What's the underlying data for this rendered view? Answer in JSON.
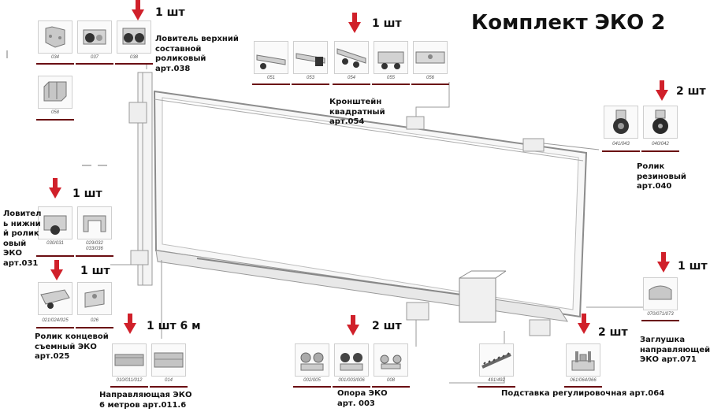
{
  "title": "Комплект ЭКО 2",
  "quantities": {
    "q038": "1 шт",
    "q054": "1 шт",
    "q040": "2 шт",
    "q031": "1 шт",
    "q025": "1 шт",
    "q011": "1 шт 6 м",
    "q003": "2 шт",
    "q064": "2 шт",
    "q071": "1 шт"
  },
  "labels": {
    "l038": [
      "Ловитель верхний",
      "составной",
      "роликовый",
      "арт.038"
    ],
    "l054": [
      "Кронштейн",
      "квадратный",
      "арт.054"
    ],
    "l040": [
      "Ролик",
      "резиновый",
      "арт.040"
    ],
    "l031": [
      "Ловител",
      "ь нижни",
      "й ролик",
      "овый",
      "ЭКО",
      "арт.031"
    ],
    "l025": [
      "Ролик концевой",
      "съемный ЭКО",
      "арт.025"
    ],
    "l011": [
      "Направляющая ЭКО",
      "6 метров арт.011.6"
    ],
    "l003": [
      "Опора ЭКО",
      "арт. 003"
    ],
    "l064": [
      "Подставка регулировочная арт.064"
    ],
    "l071": [
      "Заглушка",
      "направляющей",
      "ЭКО арт.071"
    ]
  },
  "codes": {
    "c034": "034",
    "c037": "037",
    "c038": "038",
    "c058": "058",
    "c051": "051",
    "c053": "053",
    "c054": "054",
    "c055": "055",
    "c056": "056",
    "c041": "041/043",
    "c040": "040/042",
    "c030": "030/031",
    "c029": [
      "029/032",
      "033/036"
    ],
    "c021": "021/024/025",
    "c026": "026",
    "c010": "010/011/012",
    "c014": "014",
    "c002": "002/005",
    "c001": "001/003/006",
    "c008": "008",
    "c491": "491/492",
    "c061": "061/064/066",
    "c070": "070/071/073"
  },
  "colors": {
    "arrow": "#d0202a",
    "underline": "#6a0e12",
    "tile_border": "#cfcfcf",
    "line": "#9a9a9a"
  }
}
